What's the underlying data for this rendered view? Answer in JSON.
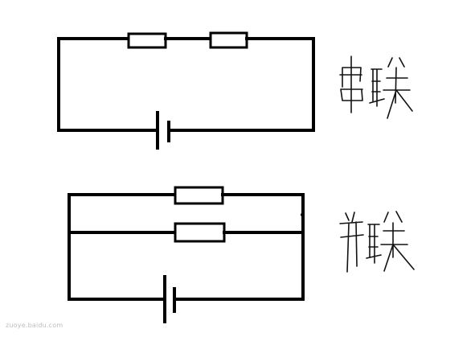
{
  "series_circuit": {
    "label": "串联"
  },
  "parallel_circuit": {
    "label": "并联"
  },
  "watermark": {
    "text": "zuoye.baidu.com"
  },
  "colors": {
    "background": "#ffffff",
    "wire": "#000000",
    "ink": "#111111"
  }
}
